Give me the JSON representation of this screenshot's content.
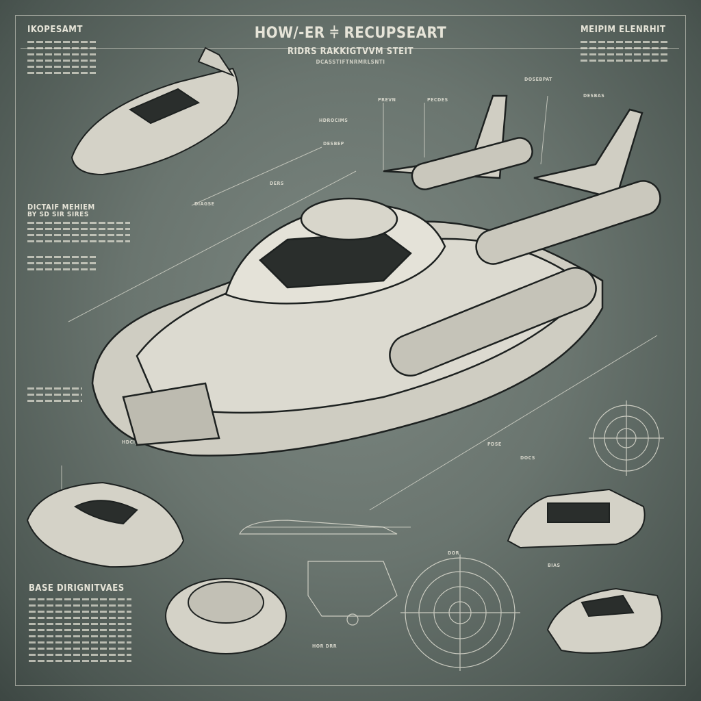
{
  "header": {
    "title": "HOW/-ER ⫩ RECUPSEART",
    "subtitle": "RIDRS RAKKIGTVVM STEIT",
    "subtitle2": "DCASSTIFTNRMRLSNTI"
  },
  "panels": {
    "top_left_heading": "IKOPESAMT",
    "top_right_heading": "MEIPIM ELENRHIT",
    "mid_left_heading": "DICTAIF MEHIEM",
    "mid_left_subheading": "BY SD SIR  SIRES",
    "bottom_left_heading": "BASE DIRIGNITVAES"
  },
  "callouts": [
    "PREVN",
    "PECDES",
    "HDROCIMS",
    "DESBEP",
    "DOSEBPAT",
    "DESBAS",
    "DERS",
    "DIAGSE",
    "HDCIJSA",
    "PDSE",
    "DOR",
    "BIAS",
    "HOR DRR",
    "DOCS"
  ],
  "colors": {
    "background": "#6a756f",
    "ink": "#e6e4d8",
    "hull": "#d9d7cc",
    "outline": "#1d2120"
  }
}
